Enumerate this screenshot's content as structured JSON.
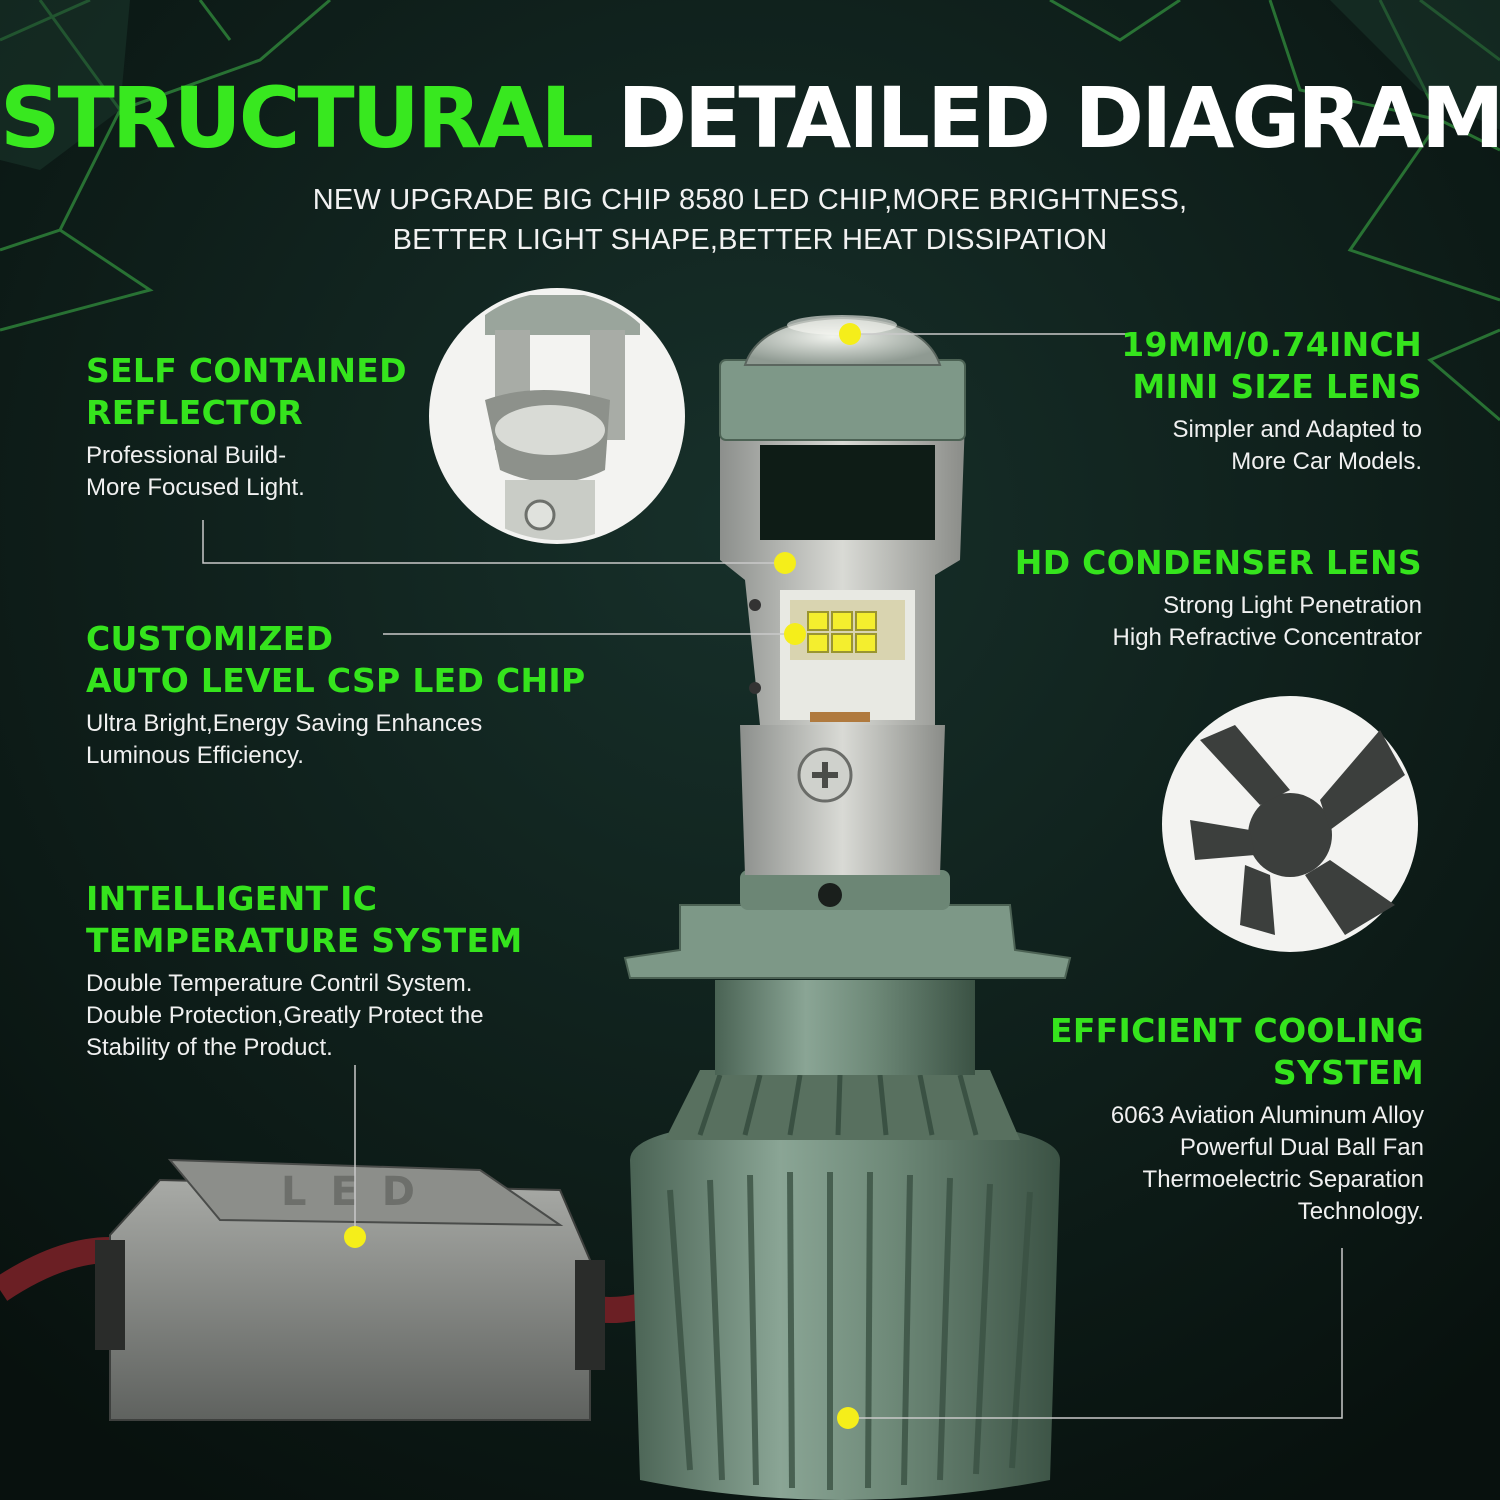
{
  "header": {
    "title_green": "STRUCTURAL",
    "title_white": "DETAILED DIAGRAM",
    "subtitle_lines": [
      "NEW UPGRADE BIG CHIP 8580 LED CHIP,MORE BRIGHTNESS,",
      "BETTER LIGHT SHAPE,BETTER HEAT DISSIPATION"
    ]
  },
  "features": {
    "reflector": {
      "title": [
        "SELF CONTAINED",
        "REFLECTOR"
      ],
      "desc": [
        "Professional Build-",
        "More Focused Light."
      ]
    },
    "lens": {
      "title": [
        "19MM/0.74INCH",
        "MINI SIZE LENS"
      ],
      "desc": [
        "Simpler and Adapted to",
        "More Car Models."
      ]
    },
    "condenser": {
      "title": [
        "HD CONDENSER LENS"
      ],
      "desc": [
        "Strong Light Penetration",
        "High Refractive Concentrator"
      ]
    },
    "chip": {
      "title": [
        "CUSTOMIZED",
        "AUTO LEVEL CSP LED CHIP"
      ],
      "desc": [
        "Ultra Bright,Energy Saving Enhances",
        "Luminous Efficiency."
      ]
    },
    "ic": {
      "title": [
        "INTELLIGENT IC",
        "TEMPERATURE SYSTEM"
      ],
      "desc": [
        "Double Temperature Contril System.",
        "Double Protection,Greatly Protect the",
        "Stability of the Product."
      ]
    },
    "cooling": {
      "title": [
        "EFFICIENT COOLING",
        "SYSTEM"
      ],
      "desc": [
        "6063 Aviation Aluminum Alloy",
        "Powerful Dual Ball Fan",
        "Thermoelectric Separation",
        "Technology."
      ]
    }
  },
  "driver_box_label": "LED",
  "colors": {
    "accent_green": "#38e81f",
    "marker_yellow": "#f5ee1a",
    "background": "#0b1613",
    "bulb_body": "#6e8a78"
  }
}
